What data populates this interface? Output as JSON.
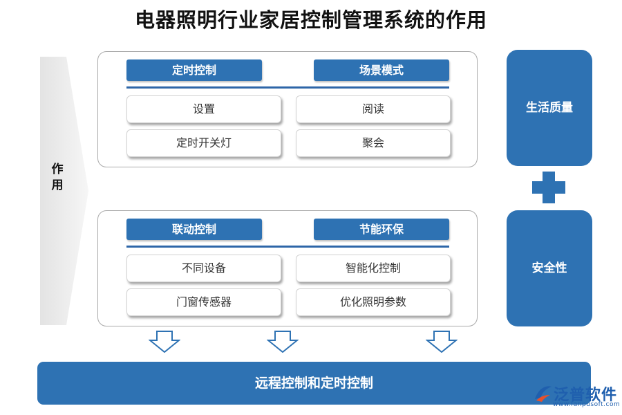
{
  "title": "电器照明行业家居控制管理系统的作用",
  "side": {
    "label": "作用"
  },
  "panels": [
    {
      "headers": [
        "定时控制",
        "场景模式"
      ],
      "items": [
        [
          "设置",
          "阅读"
        ],
        [
          "定时开关灯",
          "聚会"
        ]
      ]
    },
    {
      "headers": [
        "联动控制",
        "节能环保"
      ],
      "items": [
        [
          "不同设备",
          "智能化控制"
        ],
        [
          "门窗传感器",
          "优化照明参数"
        ]
      ]
    }
  ],
  "right": {
    "top": "生活质量",
    "bottom": "安全性"
  },
  "bottom_bar": "远程控制和定时控制",
  "logo": {
    "name": "泛普软件",
    "url": "www.fanpusoft.com"
  },
  "colors": {
    "primary": "#2e72b3",
    "rule": "#2e66a8",
    "arrow_outline": "#2e72b3"
  },
  "icons": {
    "plus": "plus-icon",
    "down_arrow": "down-arrow-icon",
    "side_arrow": "chevron-arrow-icon"
  }
}
